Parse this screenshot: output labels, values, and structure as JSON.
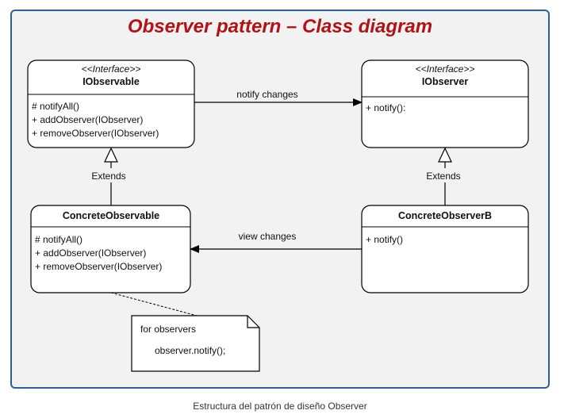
{
  "title": "Observer pattern – Class diagram",
  "caption": "Estructura del patrón de diseño Observer",
  "colors": {
    "title": "#b01317",
    "frame_border": "#2f5f94",
    "frame_background": "#f2f2f3"
  },
  "classes": {
    "iobservable": {
      "stereotype": "<<Interface>>",
      "name": "IObservable",
      "members": [
        "# notifyAll()",
        "+ addObserver(IObserver)",
        "+ removeObserver(IObserver)"
      ]
    },
    "iobserver": {
      "stereotype": "<<Interface>>",
      "name": "IObserver",
      "members": [
        "+ notify():"
      ]
    },
    "concrete_observable": {
      "name": "ConcreteObservable",
      "members": [
        "# notifyAll()",
        "+ addObserver(IObserver)",
        "+ removeObserver(IObserver)"
      ]
    },
    "concrete_observer_b": {
      "name": "ConcreteObserverB",
      "members": [
        "+ notify()"
      ]
    }
  },
  "relations": {
    "notify_changes": "notify changes",
    "view_changes": "view changes",
    "extends_left": "Extends",
    "extends_right": "Extends"
  },
  "note": {
    "line1": "for observers",
    "line2": "observer.notify();"
  }
}
